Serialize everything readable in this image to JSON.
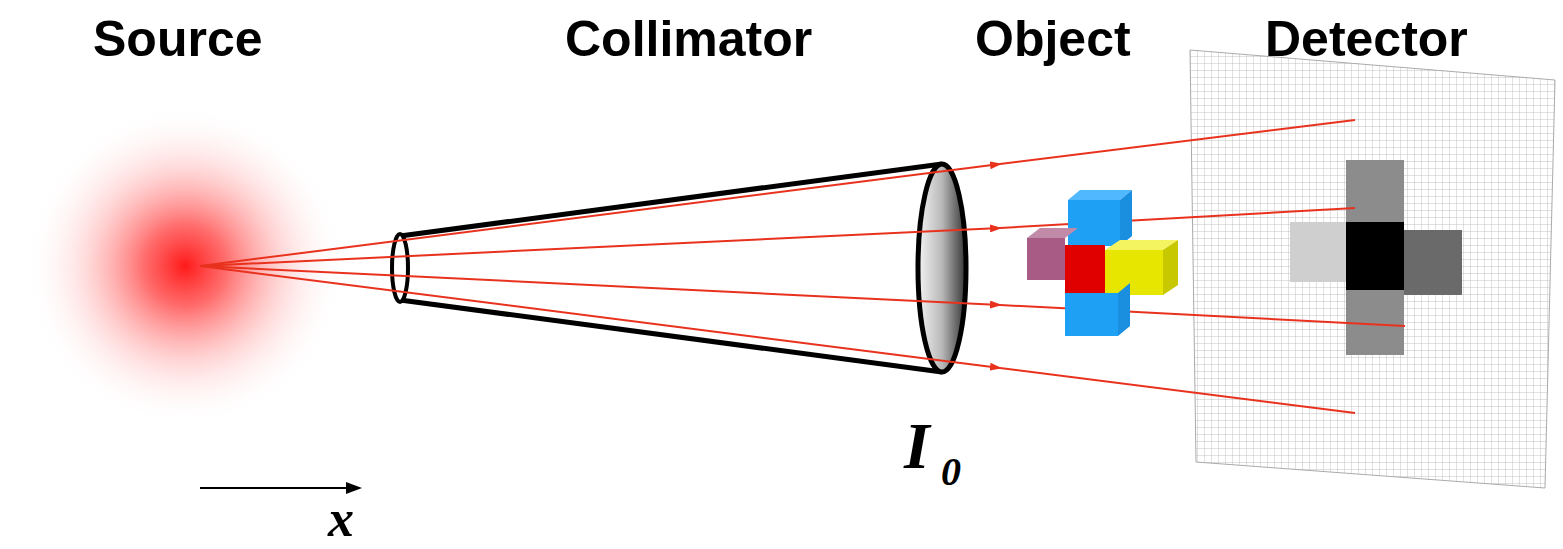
{
  "diagram": {
    "labels": [
      "Source",
      "Collimator",
      "Object",
      "Detector",
      "I",
      "0",
      "x"
    ]
  }
}
